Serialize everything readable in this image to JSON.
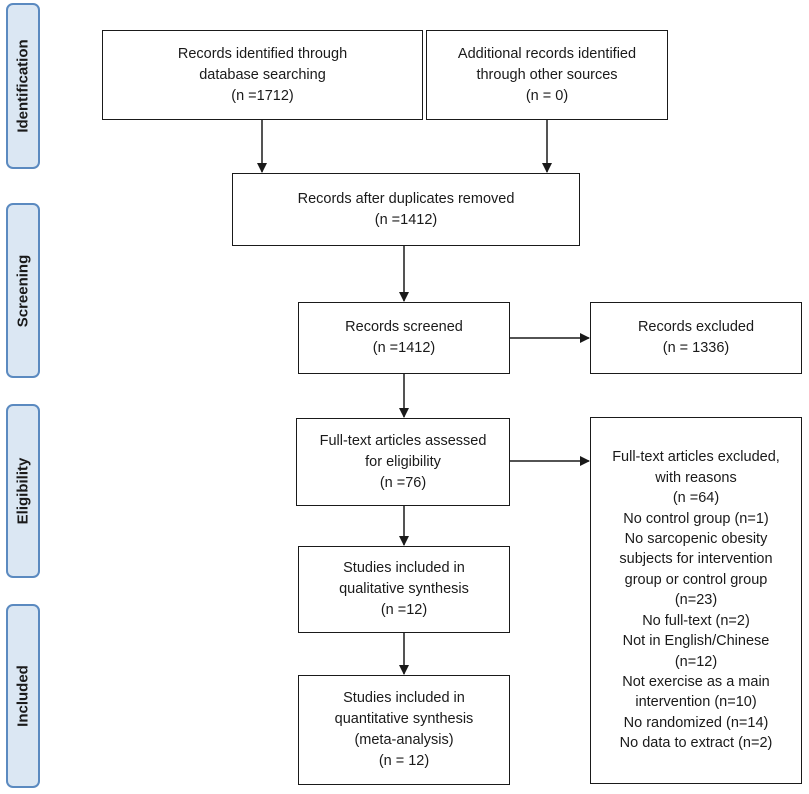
{
  "phases": {
    "identification": "Identification",
    "screening": "Screening",
    "eligibility": "Eligibility",
    "included": "Included"
  },
  "boxes": {
    "database_records": [
      "Records identified through",
      "database searching",
      "(n =1712)"
    ],
    "other_records": [
      "Additional records identified",
      "through other sources",
      "(n = 0)"
    ],
    "after_duplicates": [
      "Records after duplicates removed",
      "(n =1412)"
    ],
    "screened": [
      "Records screened",
      "(n =1412)"
    ],
    "excluded": [
      "Records excluded",
      "(n = 1336)"
    ],
    "fulltext_assessed": [
      "Full-text articles assessed",
      "for eligibility",
      "(n =76)"
    ],
    "fulltext_excluded": [
      "Full-text articles excluded,",
      "with reasons",
      "(n =64)",
      "No control group (n=1)",
      "No sarcopenic obesity",
      "subjects for intervention",
      "group or control group",
      "(n=23)",
      "No full-text (n=2)",
      "Not in English/Chinese",
      "(n=12)",
      "Not exercise as a main",
      "intervention (n=10)",
      "No randomized (n=14)",
      "No data to extract (n=2)"
    ],
    "qualitative": [
      "Studies included in",
      "qualitative synthesis",
      "(n =12)"
    ],
    "quantitative": [
      "Studies included in",
      "quantitative synthesis",
      "(meta-analysis)",
      "(n = 12)"
    ]
  }
}
